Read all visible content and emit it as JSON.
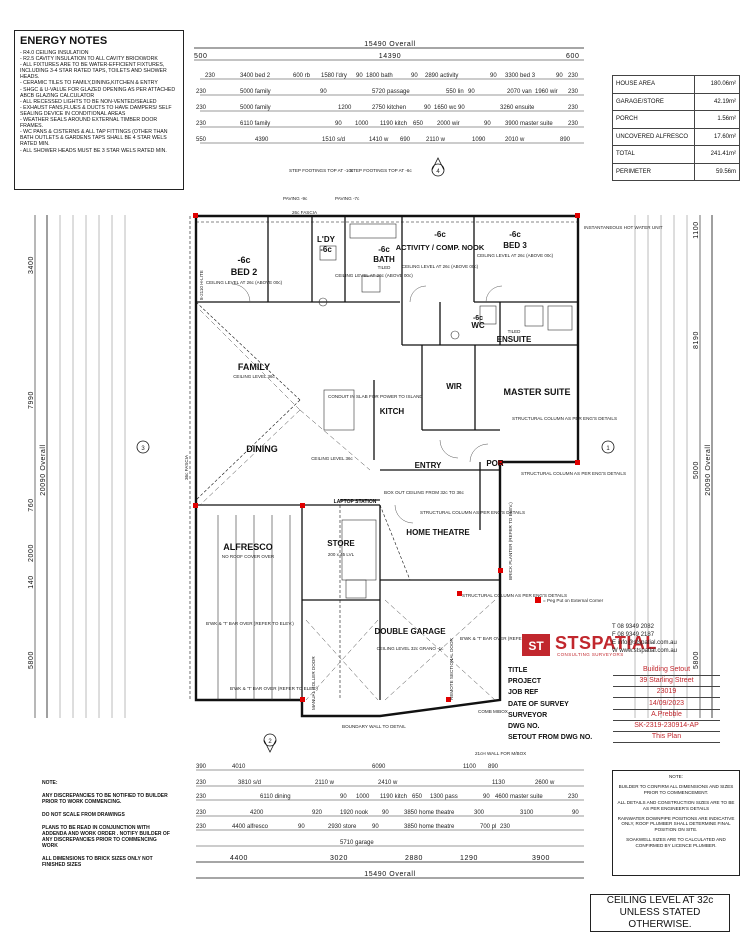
{
  "energy_notes": {
    "title": "ENERGY NOTES",
    "items": [
      "R4.0 CEILING INSULATION",
      "R2.5 CAVITY INSULATION TO ALL CAVITY BRICKWORK",
      "ALL FIXTURES ARE TO BE WATER-EFFICIENT FIXTURES, INCLUDING 3-4 STAR RATED TAPS, TOILETS AND SHOWER HEADS.",
      "CERAMIC TILES TO FAMILY,DINING,KITCHEN & ENTRY",
      "SHGC & U-VALUE FOR GLAZED OPENING AS PER ATTACHED ABCB GLAZING CALCULATOR",
      "ALL RECESSED LIGHTS TO BE NON-VENTED/SEALED",
      "EXHAUST FANS,FLUES & DUCTS TO HAVE DAMPERS/ SELF SEALING DEVICE IN CONDITIONAL AREAS",
      "WEATHER SEALS AROUND EXTERNAL TIMBER DOOR FRAMES.",
      "WC PANS & CISTERNS & ALL TAP FITTINGS (OTHER THAN BATH OUTLETS & GARDENS TAPS SHALL BE 4 STAR WELS RATED MIN.",
      "ALL SHOWER HEADS MUST BE 3 STAR WELS RATED MIN."
    ]
  },
  "areas": [
    {
      "label": "HOUSE AREA",
      "value": "180.06m²"
    },
    {
      "label": "GARAGE/STORE",
      "value": "42.19m²"
    },
    {
      "label": "PORCH",
      "value": "1.56m²"
    },
    {
      "label": "UNCOVERED ALFRESCO",
      "value": "17.60m²"
    },
    {
      "label": "TOTAL",
      "value": "241.41m²"
    },
    {
      "label": "PERIMETER",
      "value": "59.56m"
    }
  ],
  "dimensions": {
    "overall_top": "15490 Overall",
    "overall_bottom": "15490 Overall",
    "overall_left": "20090 Overall",
    "overall_right": "20090 Overall",
    "top_row1": [
      "500",
      "14390",
      "600"
    ],
    "top_row2": [
      "230",
      "3400 bed 2",
      "600 rb",
      "1580 l'dry",
      "90",
      "1800 bath",
      "90",
      "2890 activity",
      "90",
      "3300 bed 3",
      "90",
      "230"
    ],
    "top_row3": [
      "230",
      "5000 family",
      "90",
      "5720 passage",
      "550 lin",
      "90",
      "2070 van",
      "1960 wir",
      "230"
    ],
    "top_row4": [
      "230",
      "5000 family",
      "1200",
      "2750 kitchen",
      "90",
      "1650 wc",
      "90",
      "3260 ensuite",
      "230"
    ],
    "top_row5": [
      "230",
      "6110 family",
      "90",
      "1000",
      "1190 kitch",
      "650",
      "2000 wir",
      "90",
      "3900 master suite",
      "230"
    ],
    "top_row6": [
      "550",
      "4390",
      "1510 s/d",
      "1410 w",
      "690",
      "2110 w",
      "1090",
      "2010 w",
      "890"
    ],
    "bottom_row1": [
      "390",
      "4010",
      "6090",
      "1100",
      "890"
    ],
    "bottom_row2": [
      "230",
      "3810 s/d",
      "2110 w",
      "2410 w",
      "1130",
      "2600 w"
    ],
    "bottom_row3": [
      "230",
      "6110 dining",
      "90",
      "1000",
      "1190 kitch",
      "650",
      "1300 pass",
      "90",
      "4600 master suite",
      "230"
    ],
    "bottom_row4": [
      "230",
      "4200",
      "920",
      "1920 nook",
      "90",
      "3850 home theatre",
      "300",
      "3100",
      "90"
    ],
    "bottom_row5": [
      "230",
      "4400 alfresco",
      "90",
      "2930 store",
      "90",
      "3850 home theatre",
      "700 pl",
      "230"
    ],
    "bottom_row6": [
      "5710 garage"
    ],
    "bottom_row7": [
      "4400",
      "3020",
      "2880",
      "1290",
      "3900"
    ],
    "left_labels": [
      "3400",
      "7990",
      "760",
      "2000",
      "140",
      "5800"
    ],
    "right_labels": [
      "1100",
      "8190",
      "5000",
      "5800"
    ]
  },
  "rooms": {
    "bed2": {
      "name": "BED 2",
      "ceiling": "-6c",
      "info": "CEILING LEVEL AT 26c (ABOVE 00c)"
    },
    "ldry": {
      "name": "L'DY",
      "ceiling": "-6c"
    },
    "bath": {
      "name": "BATH",
      "ceiling": "-6c",
      "info": "TILED"
    },
    "activity": {
      "name": "ACTIVITY / COMP. NOOK",
      "ceiling": "-6c",
      "info": "CEILING LEVEL AT 26c (ABOVE 00c)"
    },
    "bed3": {
      "name": "BED 3",
      "ceiling": "-6c",
      "info": "CEILING LEVEL AT 26c (ABOVE 00c)"
    },
    "wc": {
      "name": "WC",
      "ceiling": "-6c"
    },
    "ensuite": {
      "name": "ENSUITE",
      "info": "TILED"
    },
    "family": {
      "name": "FAMILY",
      "info": "CEILING LEVEL 36c"
    },
    "kitch": {
      "name": "KITCH"
    },
    "wir": {
      "name": "WIR"
    },
    "master": {
      "name": "MASTER SUITE"
    },
    "dining": {
      "name": "DINING",
      "info": "CEILING LEVEL 36c"
    },
    "entry": {
      "name": "ENTRY"
    },
    "por": {
      "name": "POR"
    },
    "laptop": {
      "name": "LAPTOP STATION"
    },
    "alfresco": {
      "name": "ALFRESCO",
      "info": "NO ROOF COVER OVER"
    },
    "store": {
      "name": "STORE",
      "info": "200 x 45 LVL"
    },
    "theatre": {
      "name": "HOME THEATRE"
    },
    "garage": {
      "name": "DOUBLE GARAGE",
      "info": "CEILING LEVEL 32c GRANO -1c"
    }
  },
  "annotations": {
    "paving_top1": "PAVING -9c",
    "paving_top2": "PAVING -7c",
    "step_footings1": "STEP FOOTINGS TOP AT -10c",
    "step_footings2": "STEP FOOTINGS TOP AT -6c",
    "fascia_left": "36c FASCIA",
    "fascia_top": "26c FASCIA",
    "hlite_left": "8-2110 H-LITE",
    "instantaneous": "INSTANTANEOUS HOT WATER UNIT",
    "peg_legend": "= Peg Put on External Corner",
    "structural_col": "STRUCTURAL COLUMN AS PER ENG'S DETAILS",
    "boundary": "BOUNDARY WALL TO DETAIL",
    "bwk_bar": "B'WK & 'T' BAR OVER (REFER TO ELEV.)",
    "remote_door": "REMOTE SECTIONAL DOOR",
    "manual_door": "MANUAL ROLLER DOOR",
    "brick_planter": "BRICK PLANTER (REFER TO ELEV.)",
    "conduit": "CONDUIT IN SLAB FOR POWER TO ISLAND",
    "comb_mibox": "COMB MIBOX",
    "meter_box": "21cH WALL FOR M/BOX",
    "north_arrows": [
      "1",
      "2",
      "3",
      "4"
    ],
    "ceiling_level_zone": "CEILING LEVEL AT 26c (ABOVE 00c)",
    "box_out": "BOX OUT CEILING FROM 32c TO 36c"
  },
  "contact": {
    "t": "T 08 9349 2082",
    "f": "F 08 9349 2187",
    "e": "E info@stspatial.com.au",
    "w": "W www.stspatial.com.au"
  },
  "logo": {
    "name": "STSPATIAL",
    "sub": "CONSULTING SURVEYORS"
  },
  "title_block": [
    {
      "label": "TITLE",
      "value": "Building Setout"
    },
    {
      "label": "PROJECT",
      "value": "39 Starling Street"
    },
    {
      "label": "JOB REF",
      "value": "23019"
    },
    {
      "label": "DATE OF SURVEY",
      "value": "14/09/2023"
    },
    {
      "label": "SURVEYOR",
      "value": "A.Prebble"
    },
    {
      "label": "DWG NO.",
      "value": "SK-2319-230914-AP"
    },
    {
      "label": "SETOUT FROM DWG NO.",
      "value": "This Plan"
    }
  ],
  "notes_left": {
    "title": "NOTE:",
    "items": [
      "ANY DISCREPANCIES TO BE NOTIFIED TO BUILDER PRIOR TO WORK COMMENCING.",
      "DO NOT SCALE FROM DRAWINGS",
      "PLANS TO BE READ IN CONJUNCTION WITH ADDENDA AND WORK ORDER . NOTIFY BUILDER OF ANY DISCREPANCIES PRIOR TO COMMENCING WORK",
      "ALL DIMENSIONS TO BRICK SIZES ONLY NOT FINISHED SIZES"
    ]
  },
  "notes_right": {
    "title": "NOTE:",
    "items": [
      "BUILDER TO CONFIRM ALL DIMENSIONS AND SIZES PRIOR TO COMMENCEMENT.",
      "ALL DETAILS AND CONSTRUCTION SIZES ARE TO BE AS PER ENGINEER'S DETAILS",
      "RAINWATER DOWNPIPE POSITIONS ARE INDICATIVE ONLY, ROOF PLUMBER SHALL DETERMINE FINAL POSITION ON SITE.",
      "SOAKWELL SIZES ARE TO CALCULATED AND CONFIRMED BY LICENCE PLUMBER."
    ]
  },
  "ceiling_note": "CEILING LEVEL AT 32c UNLESS STATED OTHERWISE.",
  "colors": {
    "brand": "#c1272d",
    "ink": "#111111",
    "peg": "#e00000"
  }
}
